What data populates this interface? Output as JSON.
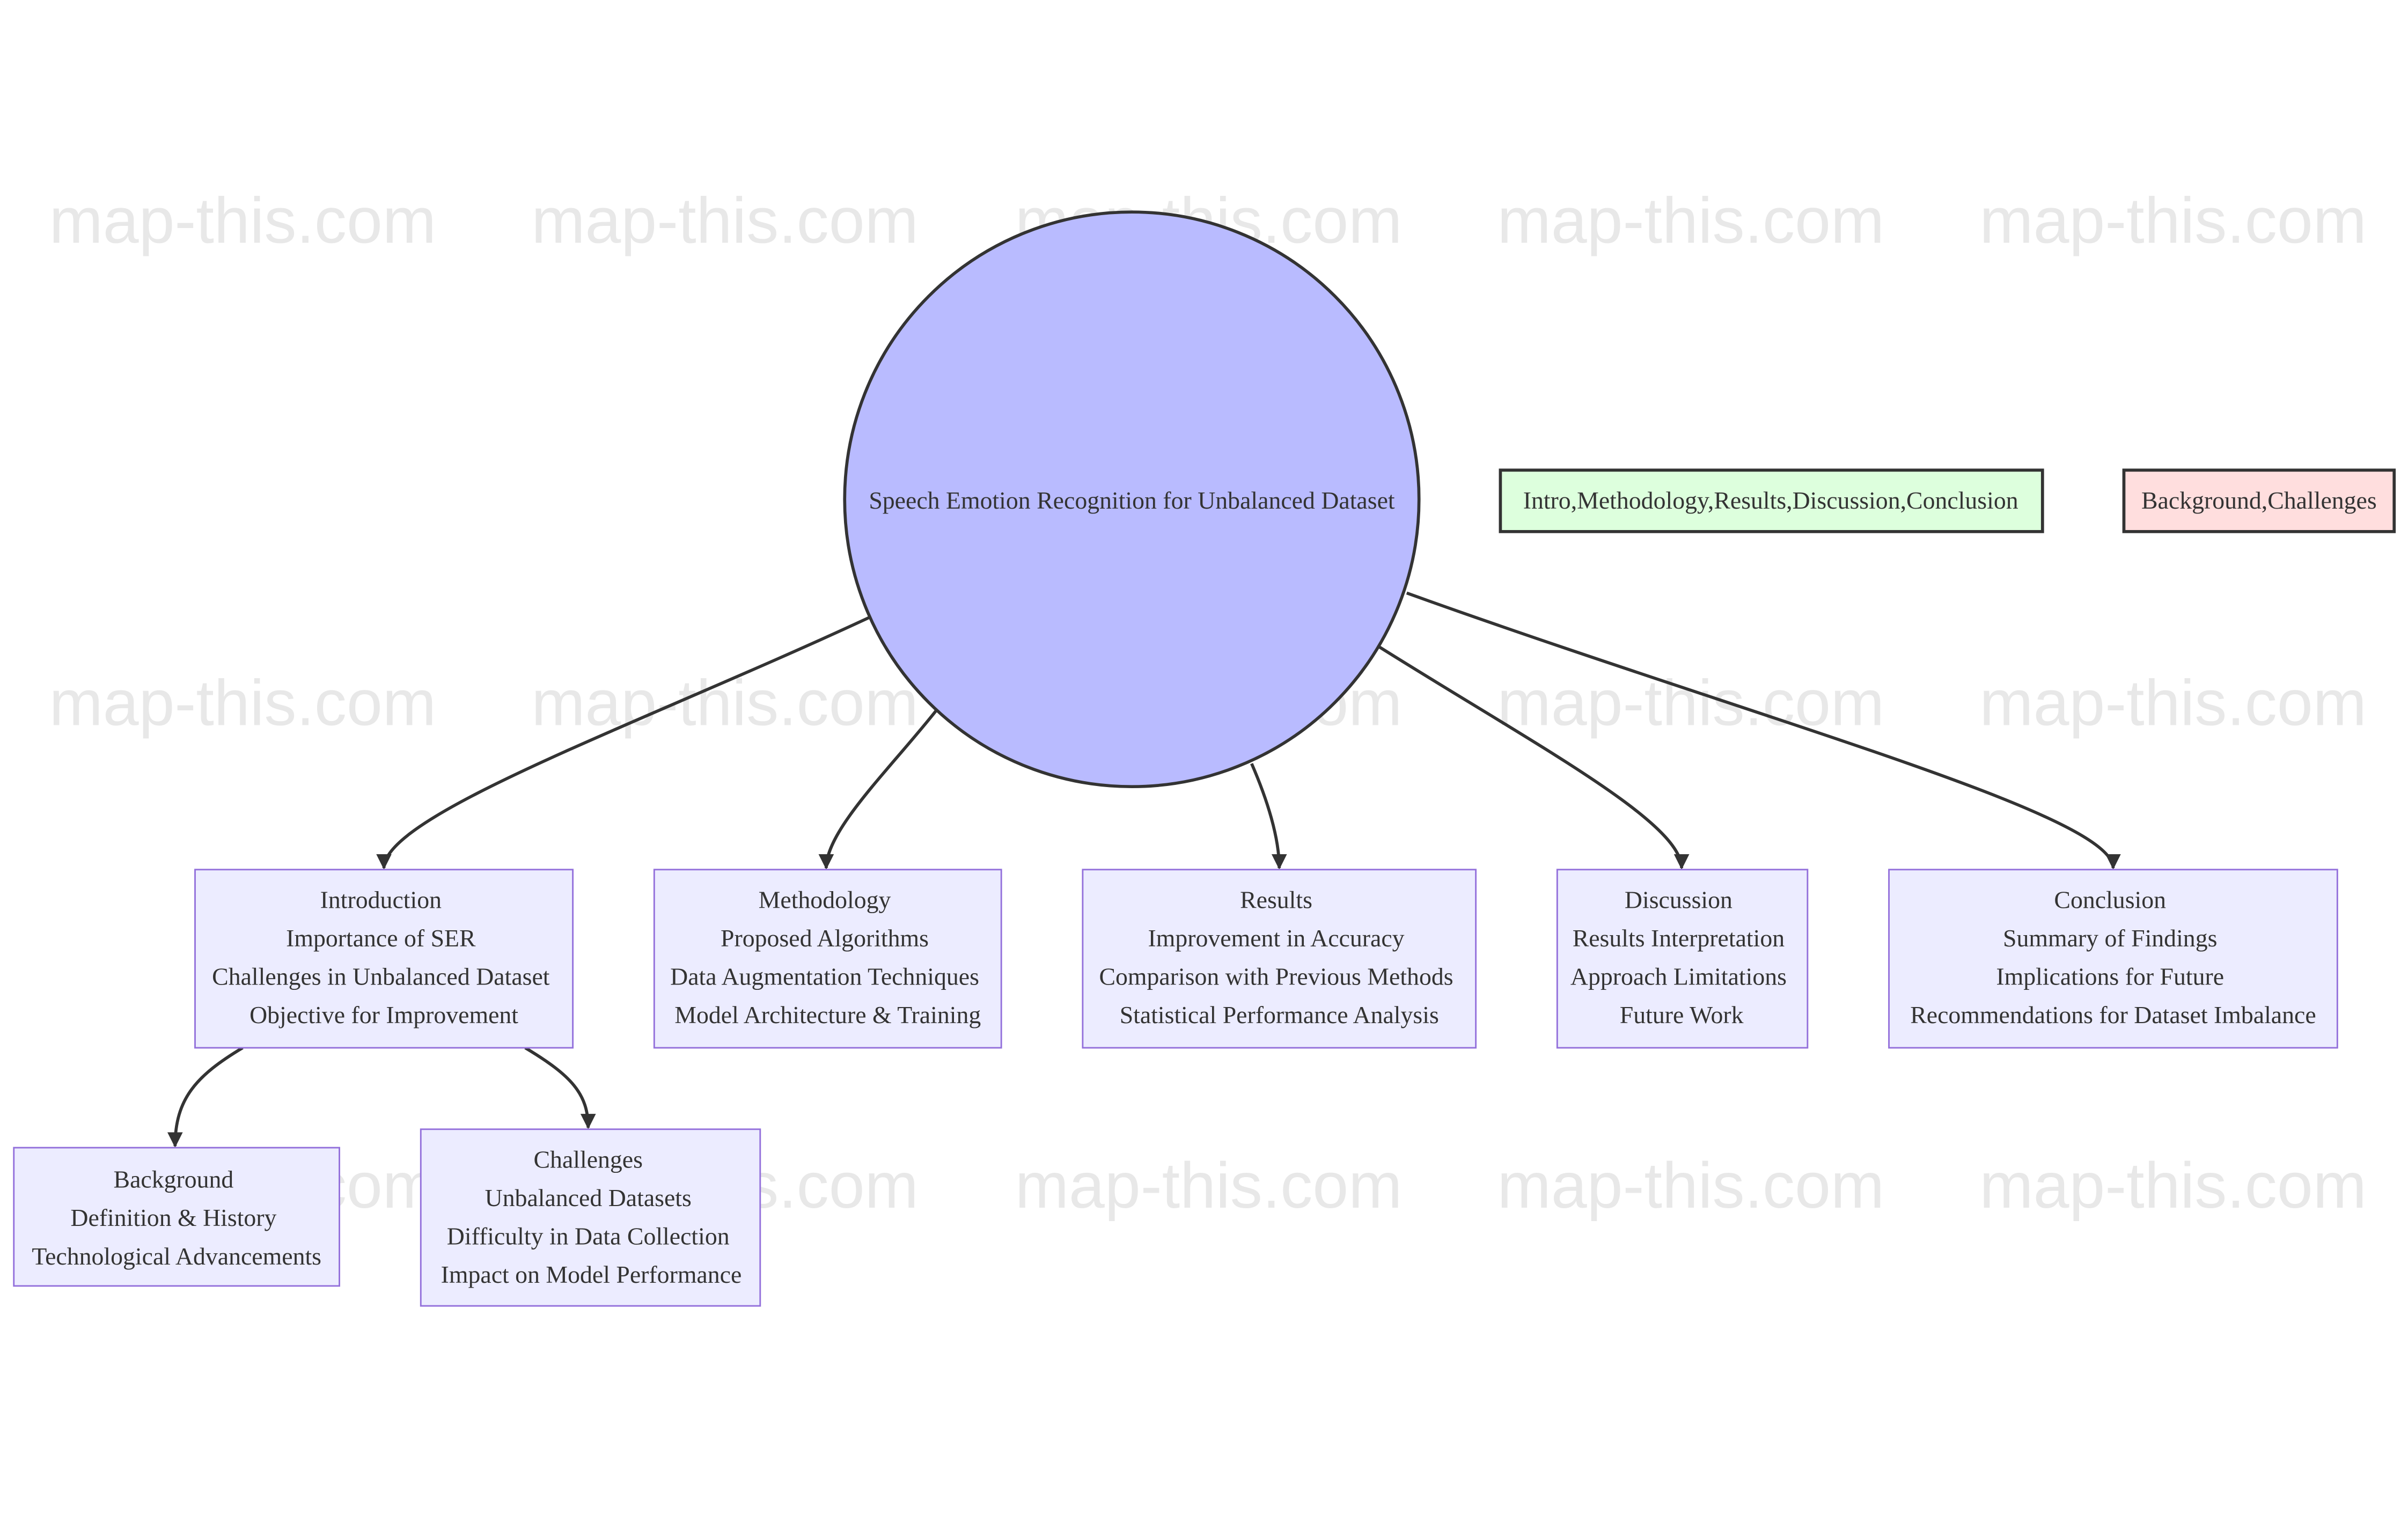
{
  "watermark": {
    "text": "map-this.com"
  },
  "center": {
    "label": "Speech Emotion Recognition for Unbalanced Dataset",
    "fill": "#b9bbff",
    "stroke": "#333333"
  },
  "legend": {
    "green": {
      "label": "Intro,Methodology,Results,Discussion,Conclusion",
      "fill": "#ddffdd",
      "stroke": "#333333"
    },
    "red": {
      "label": "Background,Challenges",
      "fill": "#ffdede",
      "stroke": "#333333"
    }
  },
  "nodes": {
    "introduction": {
      "title": "Introduction",
      "items": [
        "Importance of SER",
        "Challenges in Unbalanced Dataset",
        "Objective for Improvement"
      ]
    },
    "methodology": {
      "title": "Methodology",
      "items": [
        "Proposed Algorithms",
        "Data Augmentation Techniques",
        "Model Architecture & Training"
      ]
    },
    "results": {
      "title": "Results",
      "items": [
        "Improvement in Accuracy",
        "Comparison with Previous Methods",
        "Statistical Performance Analysis"
      ]
    },
    "discussion": {
      "title": "Discussion",
      "items": [
        "Results Interpretation",
        "Approach Limitations",
        "Future Work"
      ]
    },
    "conclusion": {
      "title": "Conclusion",
      "items": [
        "Summary of Findings",
        "Implications for Future",
        "Recommendations for Dataset Imbalance"
      ]
    },
    "background": {
      "title": "Background",
      "items": [
        "Definition & History",
        "Technological Advancements"
      ]
    },
    "challenges": {
      "title": "Challenges",
      "items": [
        "Unbalanced Datasets",
        "Difficulty in Data Collection",
        "Impact on Model Performance"
      ]
    }
  },
  "colors": {
    "node_fill": "#ececff",
    "node_stroke": "#9370db",
    "edge": "#333333",
    "text": "#333333"
  }
}
